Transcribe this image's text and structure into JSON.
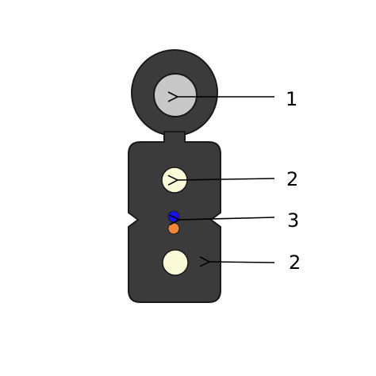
{
  "colors": {
    "background": "#ffffff",
    "jacket": "#3b3b3b",
    "outline": "#1a1a1a",
    "messenger_core": "#c8c8c8",
    "strength_member": "#fbfbd9",
    "fiber_blue": "#1414e6",
    "fiber_orange": "#f0873c"
  },
  "callouts": [
    {
      "id": "messenger-wire",
      "label": "1"
    },
    {
      "id": "upper-strength-member",
      "label": "2"
    },
    {
      "id": "optical-fibers",
      "label": "3"
    },
    {
      "id": "lower-strength-member",
      "label": "2"
    }
  ]
}
